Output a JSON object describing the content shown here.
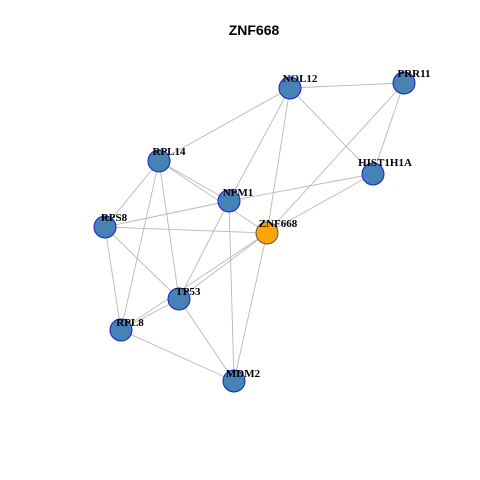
{
  "title": "ZNF668",
  "colors": {
    "default_node_fill": "#4682b4",
    "default_node_stroke": "#1c1cc8",
    "highlight_node_fill": "#ffa500",
    "highlight_node_stroke": "#555555",
    "edge": "#b8b8b8"
  },
  "nodes": [
    {
      "id": "NOL12",
      "label": "NOL12",
      "highlight": false
    },
    {
      "id": "PRR11",
      "label": "PRR11",
      "highlight": false
    },
    {
      "id": "RPL14",
      "label": "RPL14",
      "highlight": false
    },
    {
      "id": "HIST1H1A",
      "label": "HIST1H1A",
      "highlight": false
    },
    {
      "id": "NPM1",
      "label": "NPM1",
      "highlight": false
    },
    {
      "id": "RPS8",
      "label": "RPS8",
      "highlight": false
    },
    {
      "id": "ZNF668",
      "label": "ZNF668",
      "highlight": true
    },
    {
      "id": "TP53",
      "label": "TP53",
      "highlight": false
    },
    {
      "id": "RPL8",
      "label": "RPL8",
      "highlight": false
    },
    {
      "id": "MDM2",
      "label": "MDM2",
      "highlight": false
    }
  ],
  "edges": [
    [
      "NOL12",
      "PRR11"
    ],
    [
      "NOL12",
      "RPL14"
    ],
    [
      "NOL12",
      "HIST1H1A"
    ],
    [
      "NOL12",
      "NPM1"
    ],
    [
      "NOL12",
      "ZNF668"
    ],
    [
      "PRR11",
      "HIST1H1A"
    ],
    [
      "PRR11",
      "ZNF668"
    ],
    [
      "RPL14",
      "NPM1"
    ],
    [
      "RPL14",
      "ZNF668"
    ],
    [
      "RPL14",
      "RPS8"
    ],
    [
      "RPL14",
      "TP53"
    ],
    [
      "RPL14",
      "RPL8"
    ],
    [
      "HIST1H1A",
      "NPM1"
    ],
    [
      "HIST1H1A",
      "ZNF668"
    ],
    [
      "NPM1",
      "RPS8"
    ],
    [
      "NPM1",
      "TP53"
    ],
    [
      "NPM1",
      "MDM2"
    ],
    [
      "RPS8",
      "ZNF668"
    ],
    [
      "RPS8",
      "TP53"
    ],
    [
      "RPS8",
      "RPL8"
    ],
    [
      "ZNF668",
      "TP53"
    ],
    [
      "ZNF668",
      "RPL8"
    ],
    [
      "ZNF668",
      "MDM2"
    ],
    [
      "TP53",
      "RPL8"
    ],
    [
      "TP53",
      "MDM2"
    ],
    [
      "RPL8",
      "MDM2"
    ]
  ]
}
